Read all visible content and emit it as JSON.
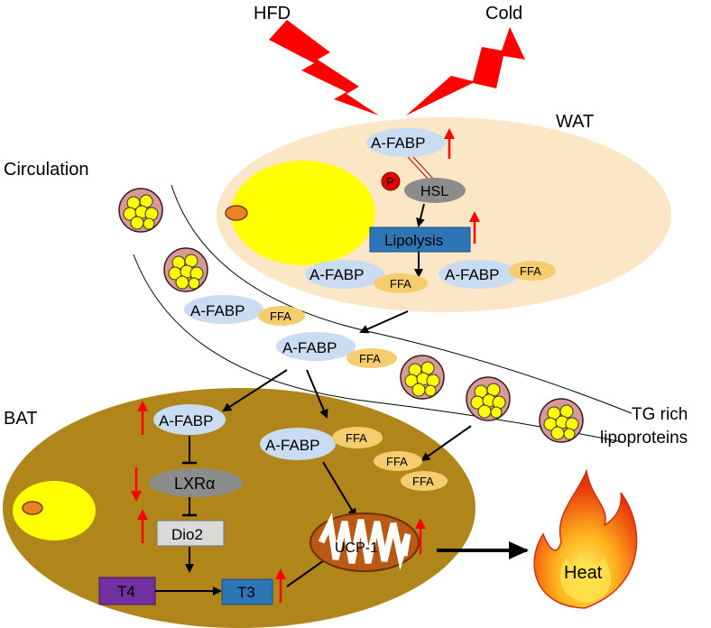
{
  "stimuli": {
    "hfd": "HFD",
    "cold": "Cold"
  },
  "regions": {
    "wat": "WAT",
    "bat": "BAT",
    "circulation": "Circulation",
    "tg_line1": "TG rich",
    "tg_line2": "lipoproteins"
  },
  "wat": {
    "afabp": "A-FABP",
    "p": "P",
    "hsl": "HSL",
    "lipolysis": "Lipolysis",
    "afabp_left": "A-FABP",
    "ffa_left": "FFA",
    "afabp_right": "A-FABP",
    "ffa_right": "FFA"
  },
  "circ": {
    "afabp1": "A-FABP",
    "ffa1": "FFA",
    "afabp2": "A-FABP",
    "ffa2": "FFA"
  },
  "bat": {
    "afabp1": "A-FABP",
    "lxr": "LXRα",
    "dio2": "Dio2",
    "t4": "T4",
    "t3": "T3",
    "afabp2": "A-FABP",
    "ffa_complex": "FFA",
    "ffa_a": "FFA",
    "ffa_b": "FFA",
    "ucp1": "UCP-1",
    "heat": "Heat"
  },
  "colors": {
    "wat_fill": "#fbe6c6",
    "bat_fill": "#b0851a",
    "lipid_yellow": "#ffff00",
    "afabp_blue": "#c9dcf1",
    "ffa_orange": "#f5cc6e",
    "hsl_gray": "#8c8c8c",
    "lipolysis_blue": "#2e75b6",
    "t4_purple": "#7030a0",
    "up_arrow_red": "#ff0000",
    "lipoprotein_pink": "#d89a96",
    "mito_brown": "#b85a14"
  },
  "icons": [
    "lightning-bolt-icon",
    "flame-icon",
    "mitochondrion-icon",
    "lipoprotein-particle-icon",
    "up-arrow-icon",
    "down-arrow-icon"
  ]
}
